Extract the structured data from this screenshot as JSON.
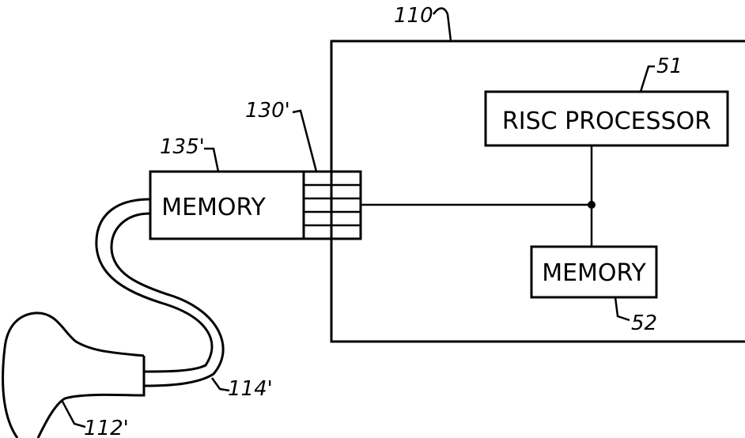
{
  "labels": {
    "risc_processor": "RISC PROCESSOR",
    "memory_probe": "MEMORY",
    "memory_main": "MEMORY"
  },
  "refs": {
    "system": "110",
    "processor": "51",
    "memory_main": "52",
    "connector": "130'",
    "probe_memory": "135'",
    "cable": "114'",
    "transducer": "112'"
  },
  "colors": {
    "line": "#000000",
    "background": "#ffffff"
  }
}
